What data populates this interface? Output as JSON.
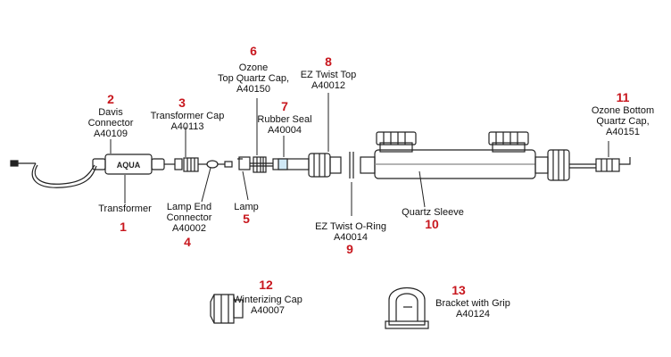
{
  "colors": {
    "number": "#c8171e",
    "label": "#111111",
    "line": "#222222"
  },
  "parts": [
    {
      "number": "1",
      "label": "Transformer"
    },
    {
      "number": "2",
      "label": "Davis\nConnector\nA40109"
    },
    {
      "number": "3",
      "label": "Transformer Cap\nA40113"
    },
    {
      "number": "4",
      "label": "Lamp End\nConnector\nA40002"
    },
    {
      "number": "5",
      "label": "Lamp"
    },
    {
      "number": "6",
      "label": "Ozone\nTop Quartz Cap,\nA40150"
    },
    {
      "number": "7",
      "label": "Rubber Seal\nA40004"
    },
    {
      "number": "8",
      "label": "EZ Twist Top\nA40012"
    },
    {
      "number": "9",
      "label": "EZ Twist O-Ring\nA40014"
    },
    {
      "number": "10",
      "label": "Quartz Sleeve"
    },
    {
      "number": "11",
      "label": "Ozone Bottom\nQuartz Cap,\nA40151"
    },
    {
      "number": "12",
      "label": "Winterizing Cap\nA40007"
    },
    {
      "number": "13",
      "label": "Bracket with Grip\nA40124"
    }
  ],
  "logo_text": "AQUA"
}
